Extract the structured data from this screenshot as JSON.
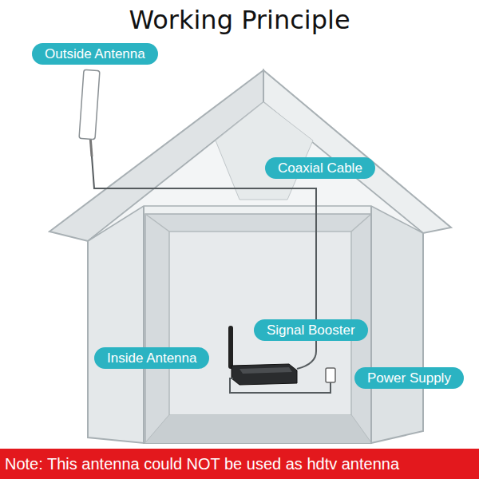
{
  "diagram": {
    "title": "Working Principle",
    "nodes": [
      {
        "text": [
          "Outside Antenna"
        ]
      },
      {
        "text": [
          "Coaxial Cable"
        ]
      },
      {
        "text": [
          "Signal Booster"
        ]
      },
      {
        "text": [
          "Inside Antenna"
        ]
      },
      {
        "text": [
          "Power Supply"
        ]
      },
      {
        "text": [
          "Note: This antenna could NOT be used as hdtv antenna"
        ]
      }
    ]
  }
}
